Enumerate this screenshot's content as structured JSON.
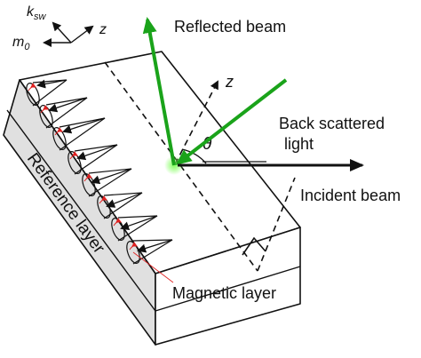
{
  "labels": {
    "k_sw": "k",
    "k_sw_sub": "sw",
    "m0": "m",
    "m0_sub": "0",
    "axis_z_small": "z",
    "reflected_beam": "Reflected beam",
    "axis_z_sample": "z",
    "theta": "θ",
    "back_scattered_line1": "Back scattered",
    "back_scattered_line2": "light",
    "incident_beam": "Incident beam",
    "reference_layer": "Reference layer",
    "magnetic_layer": "Magnetic layer"
  },
  "colors": {
    "beam_green": "#1aa31a",
    "glow_green": "#7fff5a",
    "reference_face": "#e0e0e0",
    "outline": "#111111",
    "moment_red": "#e02020"
  }
}
